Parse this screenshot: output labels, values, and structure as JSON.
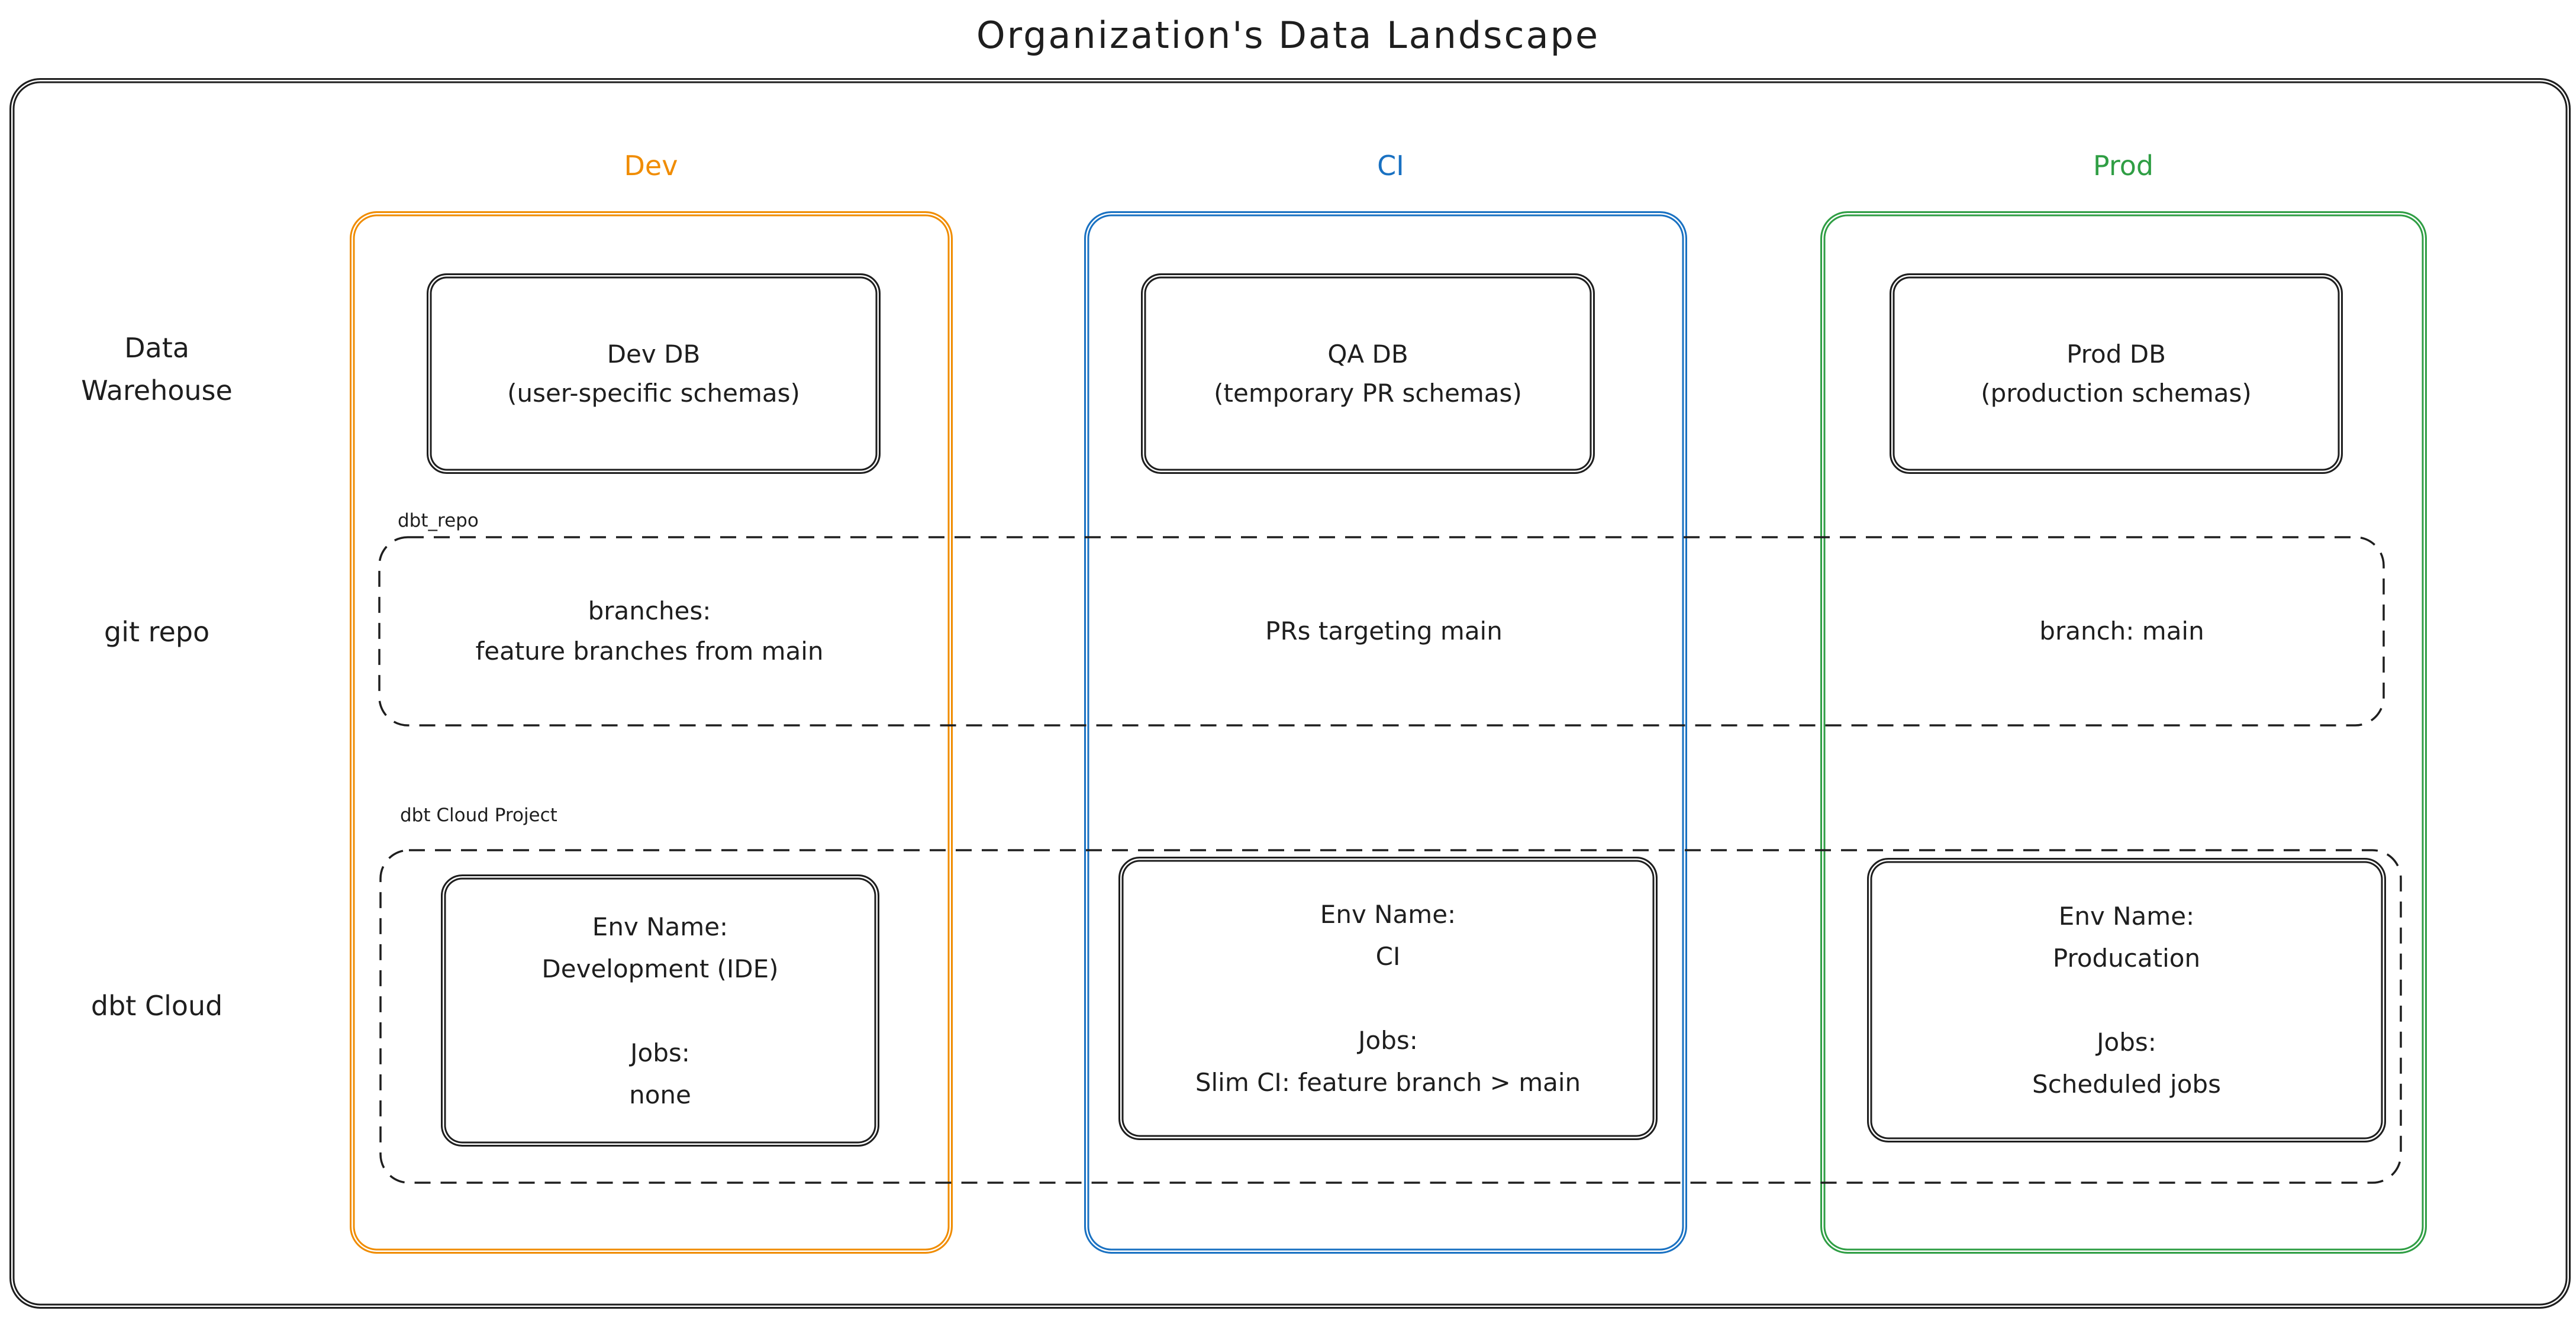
{
  "title": "Organization's Data Landscape",
  "palette": {
    "ink": "#1e1e1e",
    "dev": "#f08c00",
    "ci": "#1971c2",
    "prod": "#2f9e44",
    "background": "#ffffff"
  },
  "row_labels": {
    "warehouse_line1": "Data",
    "warehouse_line2": "Warehouse",
    "git_repo": "git repo",
    "dbt_cloud": "dbt Cloud"
  },
  "group_labels": {
    "git_repo_box": "dbt_repo",
    "dbt_cloud_box": "dbt Cloud Project"
  },
  "columns": [
    {
      "label": "Dev",
      "db": {
        "title": "Dev DB",
        "subtitle": "(user-specific schemas)"
      },
      "repo": {
        "line1": "branches:",
        "line2": "feature branches from main"
      },
      "env": {
        "name_label": "Env Name:",
        "name": "Development (IDE)",
        "jobs_label": "Jobs:",
        "jobs": "none"
      }
    },
    {
      "label": "CI",
      "db": {
        "title": "QA DB",
        "subtitle": "(temporary PR schemas)"
      },
      "repo": {
        "line1": "PRs targeting main"
      },
      "env": {
        "name_label": "Env Name:",
        "name": "CI",
        "jobs_label": "Jobs:",
        "jobs": "Slim CI: feature branch > main"
      }
    },
    {
      "label": "Prod",
      "db": {
        "title": "Prod DB",
        "subtitle": "(production schemas)"
      },
      "repo": {
        "line1": "branch: main"
      },
      "env": {
        "name_label": "Env Name:",
        "name": "Producation",
        "jobs_label": "Jobs:",
        "jobs": "Scheduled jobs"
      }
    }
  ]
}
